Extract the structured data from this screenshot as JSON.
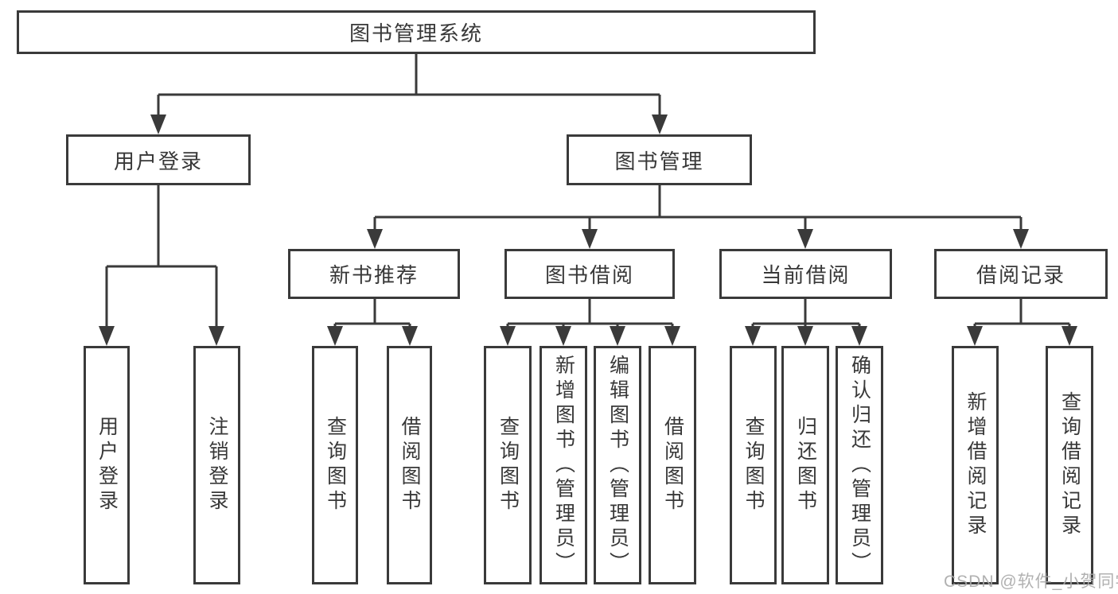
{
  "diagram": {
    "title": "图书管理系统",
    "nodes": {
      "root": {
        "label": "图书管理系统"
      },
      "level2": [
        {
          "label": "用户登录"
        },
        {
          "label": "图书管理"
        }
      ],
      "level3": [
        {
          "label": "新书推荐",
          "parent": "图书管理"
        },
        {
          "label": "图书借阅",
          "parent": "图书管理"
        },
        {
          "label": "当前借阅",
          "parent": "图书管理"
        },
        {
          "label": "借阅记录",
          "parent": "图书管理"
        }
      ],
      "leaves": [
        {
          "label": "用户登录",
          "parent": "用户登录"
        },
        {
          "label": "注销登录",
          "parent": "用户登录"
        },
        {
          "label": "查询图书",
          "parent": "新书推荐"
        },
        {
          "label": "借阅图书",
          "parent": "新书推荐"
        },
        {
          "label": "查询图书",
          "parent": "图书借阅"
        },
        {
          "label": "新增图书（管理员）",
          "parent": "图书借阅"
        },
        {
          "label": "编辑图书（管理员）",
          "parent": "图书借阅"
        },
        {
          "label": "借阅图书",
          "parent": "图书借阅"
        },
        {
          "label": "查询图书",
          "parent": "当前借阅"
        },
        {
          "label": "归还图书",
          "parent": "当前借阅"
        },
        {
          "label": "确认归还（管理员）",
          "parent": "当前借阅"
        },
        {
          "label": "新增借阅记录",
          "parent": "借阅记录"
        },
        {
          "label": "查询借阅记录",
          "parent": "借阅记录"
        }
      ]
    },
    "colors": {
      "line": "#3a3a3a",
      "text": "#383838",
      "background": "#ffffff",
      "watermark": "#a8a8a8"
    }
  },
  "watermark": "CSDN @软件_小贺同学"
}
